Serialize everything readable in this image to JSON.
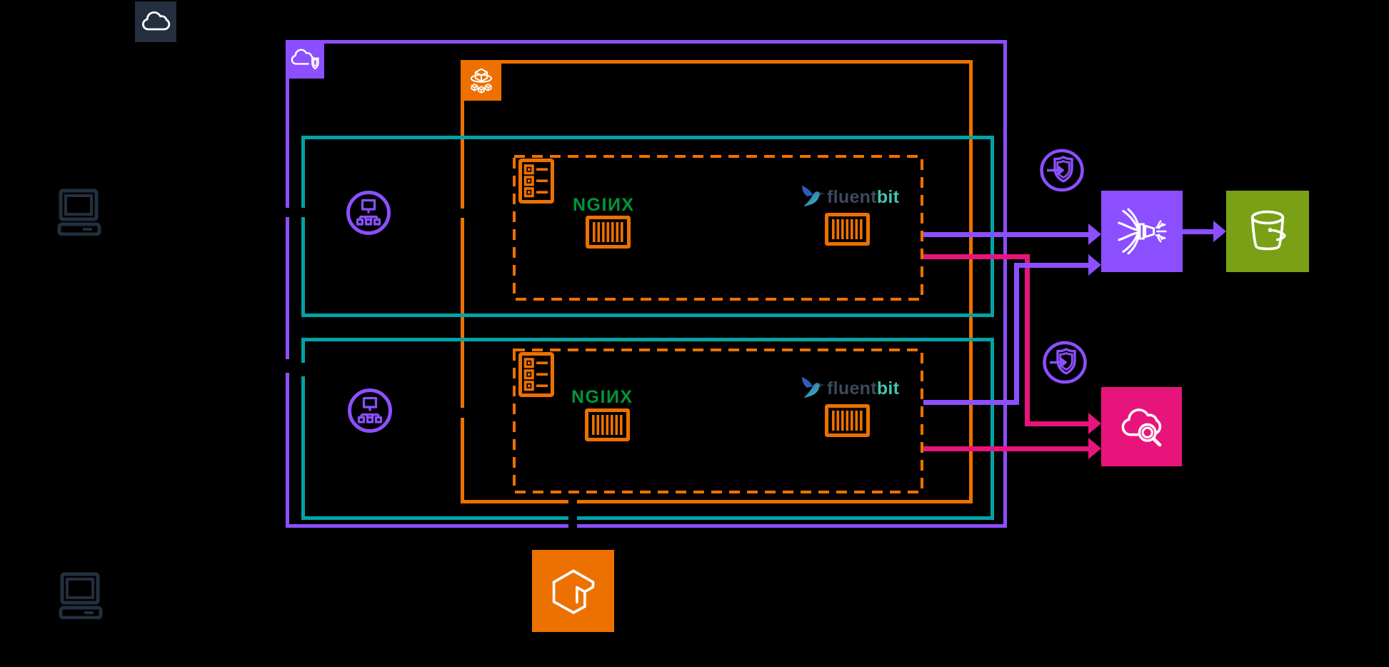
{
  "diagram": {
    "background": "#000000",
    "aws_cloud_group": {
      "icon": "aws-cloud-icon",
      "color": "#232F3E"
    },
    "vpc_group": {
      "icon": "vpc-icon",
      "color": "#8C4FFF"
    },
    "ecs_cluster_group": {
      "icon": "ecs-cluster-icon",
      "color": "#ED7100"
    },
    "subnets": [
      {
        "id": "subnet-1",
        "color": "#00A4A6"
      },
      {
        "id": "subnet-2",
        "color": "#00A4A6"
      }
    ],
    "tasks": [
      {
        "id": "ecs-task-1",
        "color": "#ED7100",
        "border_style": "dashed"
      },
      {
        "id": "ecs-task-2",
        "color": "#ED7100",
        "border_style": "dashed"
      }
    ],
    "clients": [
      {
        "id": "client-laptop-1",
        "icon": "laptop-icon",
        "color": "#232F3E"
      },
      {
        "id": "client-laptop-2",
        "icon": "laptop-icon",
        "color": "#232F3E"
      }
    ],
    "load_balancers": [
      {
        "id": "load-balancer-1",
        "icon": "load-balancer-icon",
        "color": "#8C4FFF"
      },
      {
        "id": "load-balancer-2",
        "icon": "load-balancer-icon",
        "color": "#8C4FFF"
      }
    ],
    "task_definitions": [
      {
        "id": "task-definition-1",
        "icon": "task-definition-icon",
        "color": "#ED7100"
      },
      {
        "id": "task-definition-2",
        "icon": "task-definition-icon",
        "color": "#ED7100"
      }
    ],
    "containers": [
      {
        "id": "nginx-container-1",
        "icon": "container-icon",
        "color": "#ED7100"
      },
      {
        "id": "fluentbit-container-1",
        "icon": "container-icon",
        "color": "#ED7100"
      },
      {
        "id": "nginx-container-2",
        "icon": "container-icon",
        "color": "#ED7100"
      },
      {
        "id": "fluentbit-container-2",
        "icon": "container-icon",
        "color": "#ED7100"
      }
    ],
    "iam_shields": [
      {
        "id": "shield-1",
        "icon": "shield-arrow-icon",
        "color": "#8C4FFF"
      },
      {
        "id": "shield-2",
        "icon": "shield-arrow-icon",
        "color": "#8C4FFF"
      }
    ],
    "services": {
      "kinesis_data_firehose": {
        "icon": "kinesis-data-firehose-icon",
        "color": "#8C4FFF"
      },
      "s3_bucket": {
        "icon": "s3-bucket-icon",
        "color": "#7AA116"
      },
      "cloudwatch": {
        "icon": "cloudwatch-logs-icon",
        "color": "#E7157B"
      },
      "ecr": {
        "icon": "ecr-icon",
        "color": "#ED7100"
      }
    },
    "logos": {
      "nginx": {
        "text": "NGIИX",
        "color": "#009639"
      },
      "fluentbit": {
        "fluent": "fluent",
        "bit": "bit",
        "fluent_color": "#3C4A5B",
        "bit_color": "#3FC6B1"
      }
    },
    "connections": [
      {
        "from": "ecs-task-1",
        "to": "kinesis-data-firehose",
        "color": "#8C4FFF"
      },
      {
        "from": "ecs-task-1",
        "to": "cloudwatch",
        "color": "#E7157B"
      },
      {
        "from": "ecs-task-2",
        "to": "kinesis-data-firehose",
        "color": "#8C4FFF"
      },
      {
        "from": "ecs-task-2",
        "to": "cloudwatch",
        "color": "#E7157B"
      },
      {
        "from": "kinesis-data-firehose",
        "to": "s3-bucket",
        "color": "#8C4FFF"
      }
    ]
  }
}
